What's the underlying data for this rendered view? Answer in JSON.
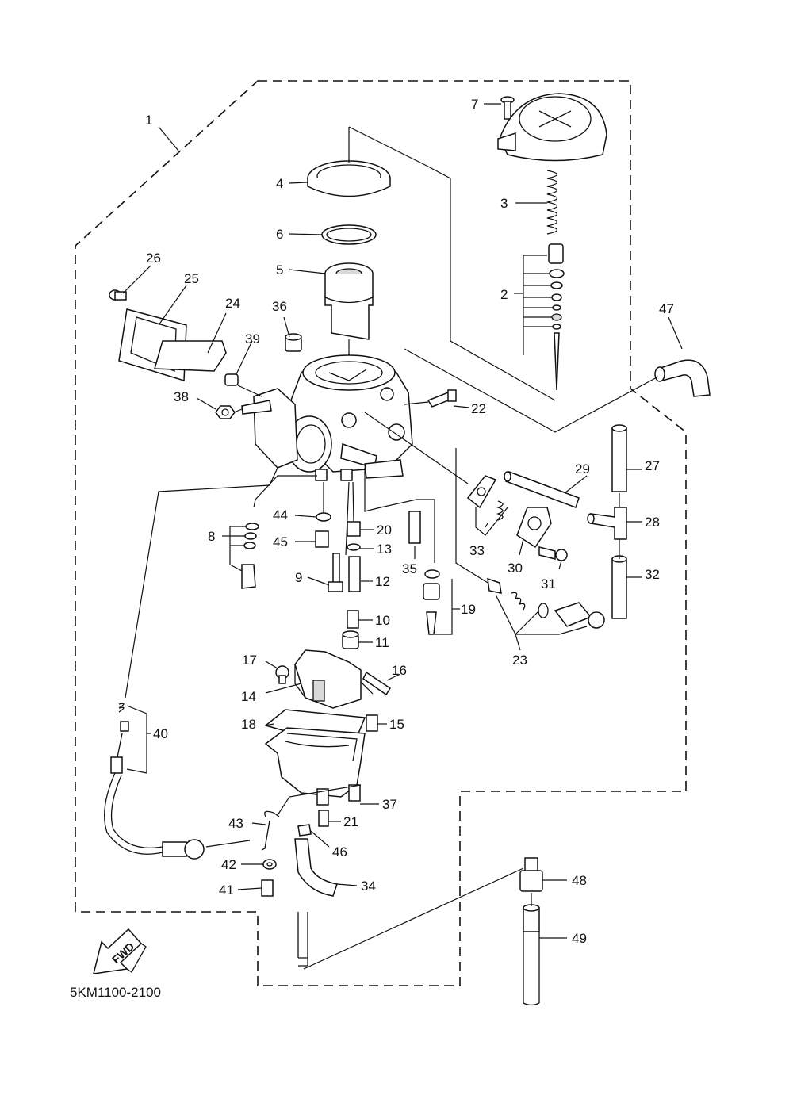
{
  "diagram_code": "5KM1100-2100",
  "fwd_label": "FWD",
  "callouts": {
    "c1": "1",
    "c2": "2",
    "c3": "3",
    "c4": "4",
    "c5": "5",
    "c6": "6",
    "c7": "7",
    "c8": "8",
    "c9": "9",
    "c10": "10",
    "c11": "11",
    "c12": "12",
    "c13": "13",
    "c14": "14",
    "c15": "15",
    "c16": "16",
    "c17": "17",
    "c18": "18",
    "c19": "19",
    "c20": "20",
    "c21": "21",
    "c22": "22",
    "c23": "23",
    "c24": "24",
    "c25": "25",
    "c26": "26",
    "c27": "27",
    "c28": "28",
    "c29": "29",
    "c30": "30",
    "c31": "31",
    "c32": "32",
    "c33": "33",
    "c34": "34",
    "c35": "35",
    "c36": "36",
    "c37": "37",
    "c38": "38",
    "c39": "39",
    "c40": "40",
    "c41": "41",
    "c42": "42",
    "c43": "43",
    "c44": "44",
    "c45": "45",
    "c46": "46",
    "c47": "47",
    "c48": "48",
    "c49": "49"
  }
}
